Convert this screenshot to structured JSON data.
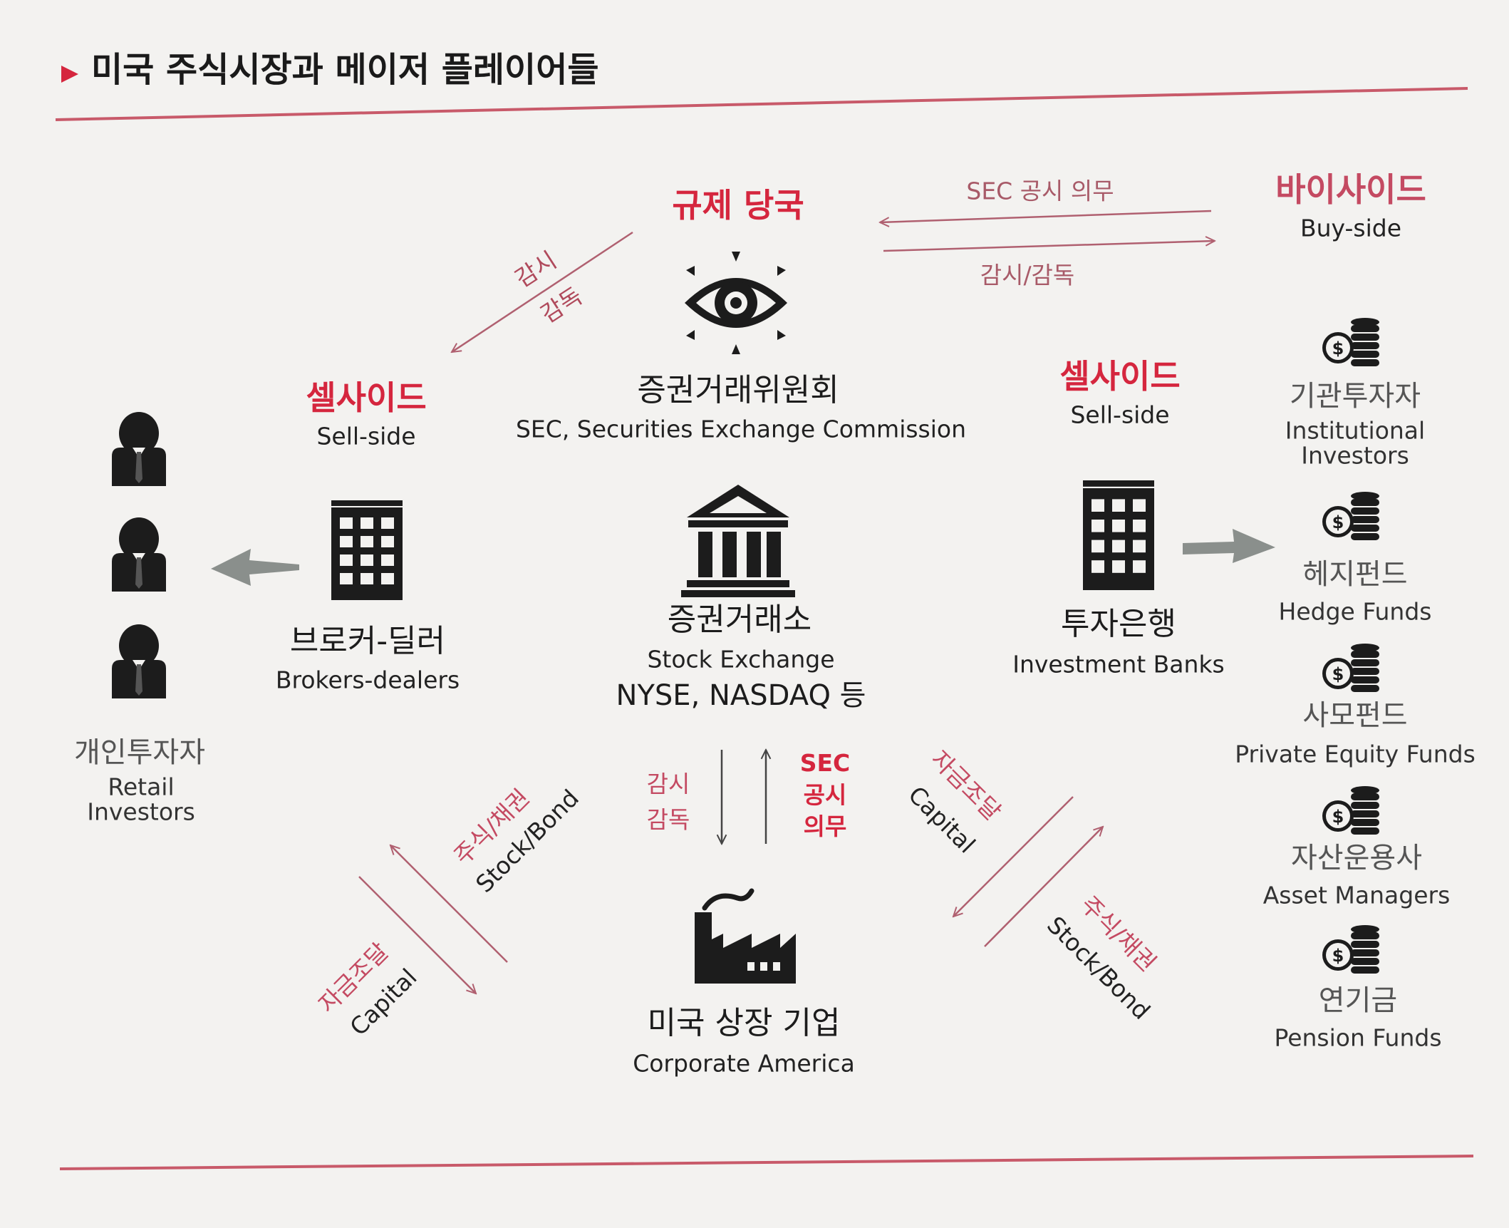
{
  "title": "미국 주식시장과 메이저 플레이어들",
  "regulator": {
    "label": "규제 당국",
    "name_kr": "증권거래위원회",
    "name_en": "SEC, Securities Exchange Commission"
  },
  "sell_side_left": {
    "label_kr": "셀사이드",
    "label_en": "Sell-side",
    "name_kr": "브로커-딜러",
    "name_en": "Brokers-dealers"
  },
  "retail": {
    "name_kr": "개인투자자",
    "name_en": "Retail\nInvestors"
  },
  "exchange": {
    "name_kr": "증권거래소",
    "name_en": "Stock Exchange",
    "examples": "NYSE, NASDAQ 등"
  },
  "sell_side_right": {
    "label_kr": "셀사이드",
    "label_en": "Sell-side",
    "name_kr": "투자은행",
    "name_en": "Investment Banks"
  },
  "buy_side": {
    "label_kr": "바이사이드",
    "label_en": "Buy-side",
    "items": [
      {
        "kr": "기관투자자",
        "en": "Institutional\nInvestors"
      },
      {
        "kr": "헤지펀드",
        "en": "Hedge Funds"
      },
      {
        "kr": "사모펀드",
        "en": "Private Equity Funds"
      },
      {
        "kr": "자산운용사",
        "en": "Asset Managers"
      },
      {
        "kr": "연기금",
        "en": "Pension Funds"
      }
    ]
  },
  "corporate": {
    "name_kr": "미국 상장 기업",
    "name_en": "Corporate America"
  },
  "arrow_labels": {
    "sec_disclosure": "SEC 공시 의무",
    "monitor_supervise": "감시/감독",
    "monitor": "감시",
    "supervise": "감독",
    "sec_v": "SEC\n공시\n의무",
    "stock_bond_kr": "주식/채권",
    "stock_bond_en": "Stock/Bond",
    "capital_kr": "자금조달",
    "capital_en": "Capital"
  },
  "colors": {
    "accent": "#d5263e",
    "arrow": "#b06070",
    "gray_arrow": "#8a8f8c",
    "icon": "#1c1c1c"
  },
  "icons": [
    "eye-icon",
    "building-icon",
    "bank-icon",
    "factory-icon",
    "person-icon",
    "coin-icon"
  ]
}
